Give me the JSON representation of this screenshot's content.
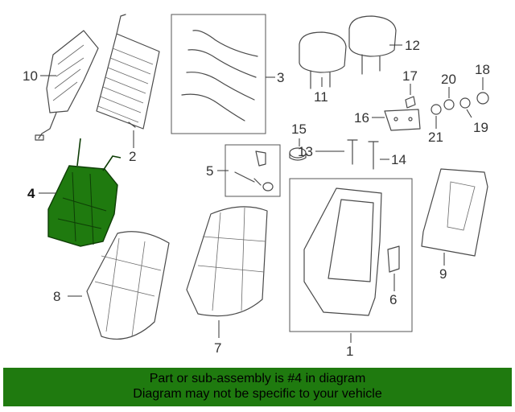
{
  "callouts": {
    "c1": "1",
    "c2": "2",
    "c3": "3",
    "c4": "4",
    "c5": "5",
    "c6": "6",
    "c7": "7",
    "c8": "8",
    "c9": "9",
    "c10": "10",
    "c11": "11",
    "c12": "12",
    "c13": "13",
    "c14": "14",
    "c15": "15",
    "c16": "16",
    "c17": "17",
    "c18": "18",
    "c19": "19",
    "c20": "20",
    "c21": "21"
  },
  "highlight": {
    "part": "4",
    "color": "#1f7a0f"
  },
  "banner": {
    "line1": "Part or sub-assembly is #4 in diagram",
    "line2": "Diagram may not be specific to your vehicle",
    "background": "#1f7a0f"
  }
}
